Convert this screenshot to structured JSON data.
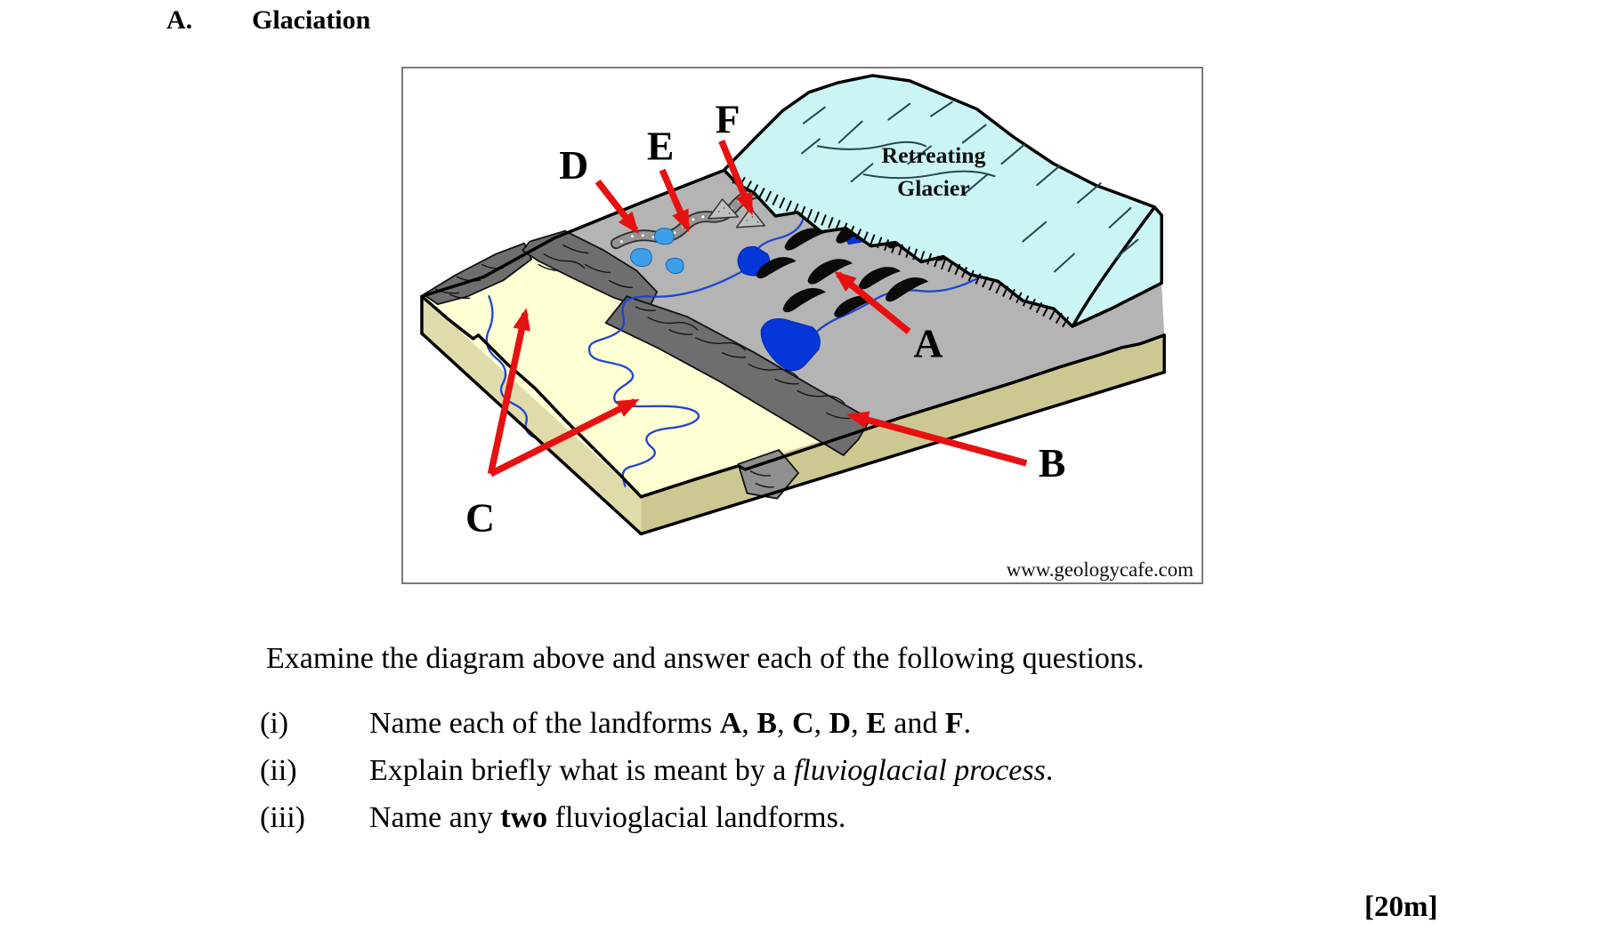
{
  "header": {
    "section": "A.",
    "title": "Glaciation"
  },
  "diagram": {
    "glacier_label_line1": "Retreating",
    "glacier_label_line2": "Glacier",
    "labels": {
      "a": "A",
      "b": "B",
      "c": "C",
      "d": "D",
      "e": "E",
      "f": "F"
    },
    "attribution": "www.geologycafe.com",
    "colors": {
      "glacier": "#cbf5f5",
      "till": "#b4b4b4",
      "moraine": "#6e6e6e",
      "outwash": "#ffffd4",
      "side_left": "#e0dbaa",
      "side_right": "#cdc892",
      "lake": "#0536da",
      "pond": "#3d9fe8",
      "stream": "#2043cf",
      "arrow": "#e61110"
    }
  },
  "instruction": "Examine the diagram above and answer each of the following questions.",
  "questions": [
    {
      "num": "(i)",
      "parts": [
        {
          "t": "Name each of the landforms "
        },
        {
          "t": "A",
          "b": true
        },
        {
          "t": ", "
        },
        {
          "t": "B",
          "b": true
        },
        {
          "t": ", "
        },
        {
          "t": "C",
          "b": true
        },
        {
          "t": ", "
        },
        {
          "t": "D",
          "b": true
        },
        {
          "t": ", "
        },
        {
          "t": "E",
          "b": true
        },
        {
          "t": " and "
        },
        {
          "t": "F",
          "b": true
        },
        {
          "t": "."
        }
      ]
    },
    {
      "num": "(ii)",
      "parts": [
        {
          "t": "Explain briefly what is meant by a "
        },
        {
          "t": "fluvioglacial process",
          "i": true
        },
        {
          "t": "."
        }
      ]
    },
    {
      "num": "(iii)",
      "parts": [
        {
          "t": "Name any "
        },
        {
          "t": "two",
          "b": true
        },
        {
          "t": " fluvioglacial landforms."
        }
      ]
    }
  ],
  "marks": "[20m]"
}
